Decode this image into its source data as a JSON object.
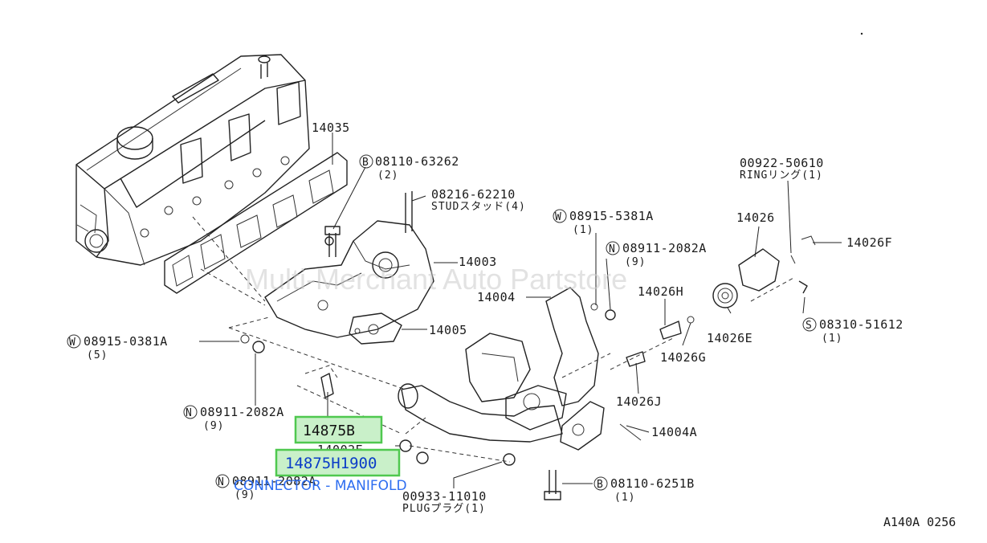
{
  "watermark": "Multi-Merchant Auto Partstore",
  "reference_code": "A140A 0256",
  "highlight": {
    "part_primary": "14875B",
    "part_number": "14875H1900",
    "part_name": "CONNECTOR - MANIFOLD"
  },
  "callouts": {
    "c14035": {
      "label": "14035"
    },
    "c08110_63262": {
      "prefix": "B",
      "label": "08110-63262",
      "qty": "(2)"
    },
    "c08216_62210": {
      "label": "08216-62210",
      "qty": "STUDスタッド(4)"
    },
    "c08915_5381A": {
      "prefix": "W",
      "label": "08915-5381A",
      "qty": "(1)"
    },
    "c00922_50610": {
      "label": "00922-50610",
      "qty": "RINGリング(1)"
    },
    "c14026": {
      "label": "14026"
    },
    "c14026F": {
      "label": "14026F"
    },
    "c08911_2082A_top": {
      "prefix": "N",
      "label": "08911-2082A",
      "qty": "(9)"
    },
    "c14003": {
      "label": "14003"
    },
    "c14004": {
      "label": "14004"
    },
    "c14026H": {
      "label": "14026H"
    },
    "c08310_51612": {
      "prefix": "S",
      "label": "08310-51612",
      "qty": "(1)"
    },
    "c14026E": {
      "label": "14026E"
    },
    "c14005": {
      "label": "14005"
    },
    "c08915_0381A": {
      "prefix": "W",
      "label": "08915-0381A",
      "qty": "(5)"
    },
    "c14026G": {
      "label": "14026G"
    },
    "c14026J": {
      "label": "14026J"
    },
    "c08911_2082A_mid": {
      "prefix": "N",
      "label": "08911-2082A",
      "qty": "(9)"
    },
    "c14004A": {
      "label": "14004A"
    },
    "c14002E": {
      "label": "14002E"
    },
    "c08911_2082A_low": {
      "prefix": "N",
      "label": "08911-2082A",
      "qty": "(9)"
    },
    "c00933_11010": {
      "label": "00933-11010",
      "qty": "PLUGプラグ(1)"
    },
    "c08110_6251B": {
      "prefix": "B",
      "label": "08110-6251B",
      "qty": "(1)"
    }
  }
}
